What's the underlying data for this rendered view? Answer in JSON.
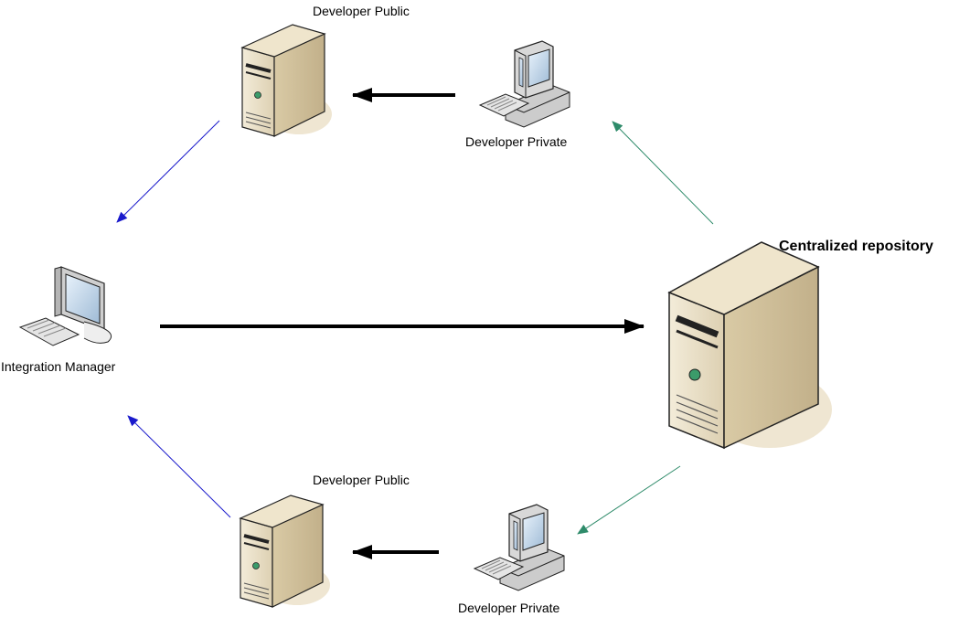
{
  "labels": {
    "dev_public_top": "Developer Public",
    "dev_private_top": "Developer Private",
    "integration_manager": "Integration Manager",
    "central_repo": "Centralized repository",
    "dev_public_bottom": "Developer Public",
    "dev_private_bottom": "Developer Private"
  },
  "colors": {
    "blue_arrow": "#1a1acc",
    "green_arrow": "#2e8b6a",
    "black_arrow": "#000000",
    "server_body": "#e6dcc4",
    "server_shadow": "#efe6d2"
  },
  "icons": [
    "server-icon",
    "workstation-icon"
  ]
}
